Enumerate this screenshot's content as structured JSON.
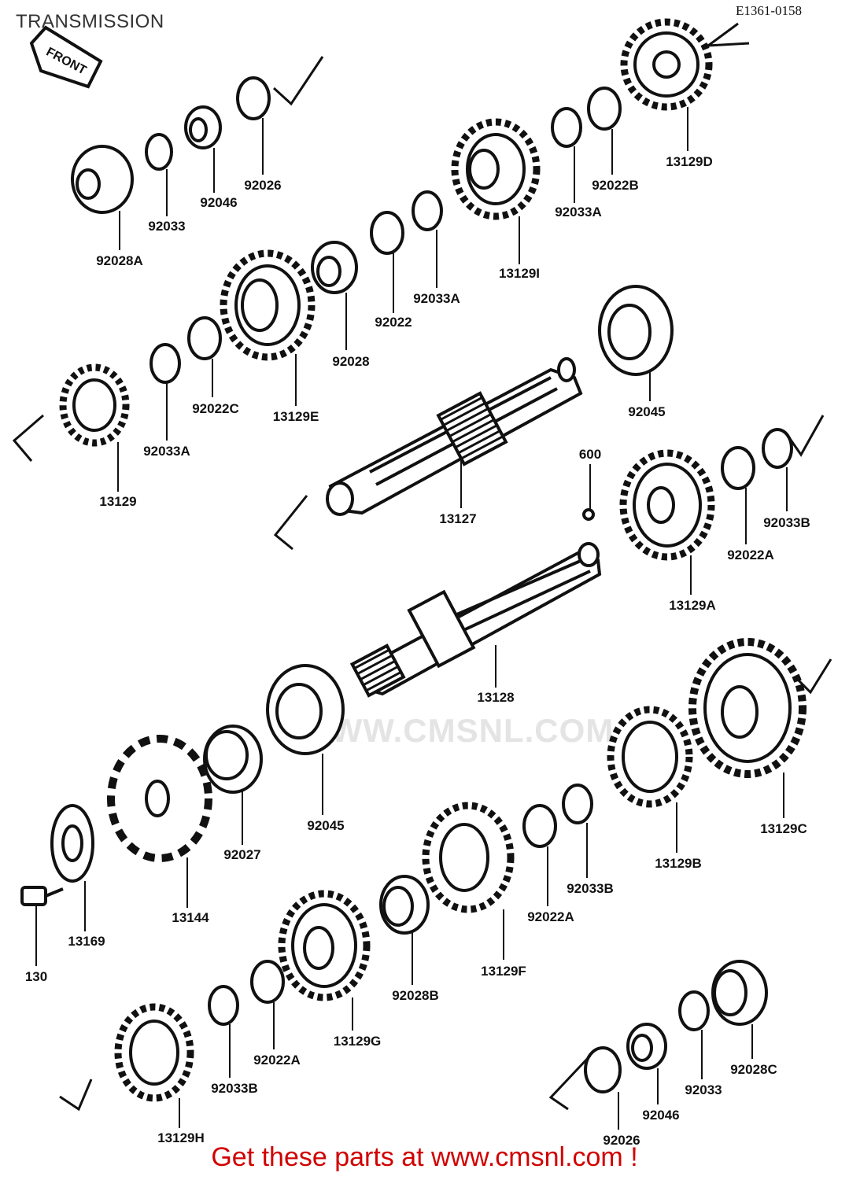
{
  "header": {
    "title": "TRANSMISSION",
    "code": "E1361-0158"
  },
  "front_label": "FRONT",
  "watermark": "WWW.CMSNL.COM",
  "footer": {
    "cta": "Get these parts at www.cmsnl.com !"
  },
  "parts": [
    "92028A",
    "92033",
    "92046",
    "92026",
    "92033A",
    "92022B",
    "13129D",
    "13129I",
    "92033A",
    "92022",
    "92028",
    "13129E",
    "92022C",
    "92033A",
    "13129",
    "92045",
    "13127",
    "600",
    "92033B",
    "92022A",
    "13129A",
    "13128",
    "13129C",
    "13129B",
    "92033B",
    "92022A",
    "92045",
    "92027",
    "13144",
    "13169",
    "130",
    "13129F",
    "92028B",
    "13129G",
    "92022A",
    "92033B",
    "13129H",
    "92028C",
    "92033",
    "92046",
    "92026"
  ],
  "colors": {
    "ink": "#111111",
    "cta": "#d10000",
    "watermark": "#e4e4e4",
    "title": "#333333"
  }
}
